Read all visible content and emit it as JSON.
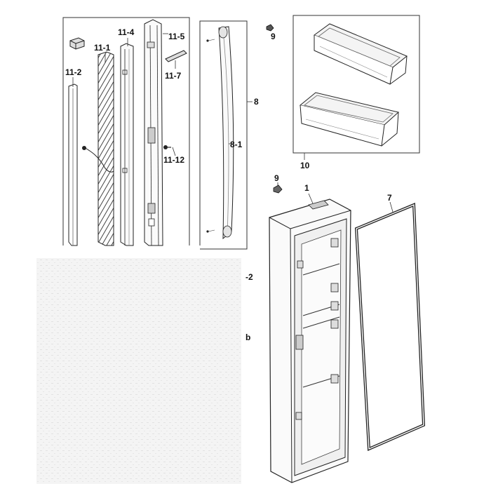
{
  "labels": {
    "l11_2": "11-2",
    "l11_1": "11-1",
    "l11_4": "11-4",
    "l11_5": "11-5",
    "l11_7": "11-7",
    "l11_12": "11-12",
    "l8": "8",
    "l8_1": "8-1",
    "l9_top": "9",
    "l10": "10",
    "l9_mid": "9",
    "l1": "1",
    "l7": "7",
    "l2_partial": "-2",
    "lb_partial": "b"
  },
  "colors": {
    "line": "#222222",
    "hatch": "#555555",
    "blur": "#e9e9e9"
  }
}
